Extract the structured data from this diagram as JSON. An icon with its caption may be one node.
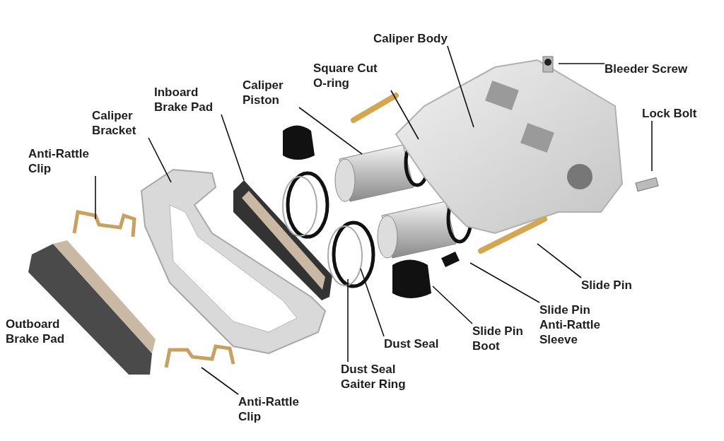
{
  "diagram": {
    "nodes": [
      {
        "text": [
          "Caliper Body"
        ]
      },
      {
        "text": [
          "Bleeder Screw"
        ]
      },
      {
        "text": [
          "Square Cut O-ring"
        ]
      },
      {
        "text": [
          "Caliper Piston"
        ]
      },
      {
        "text": [
          "Inboard Brake Pad"
        ]
      },
      {
        "text": [
          "Lock Bolt"
        ]
      },
      {
        "text": [
          "Caliper Bracket"
        ]
      },
      {
        "text": [
          "Anti-Rattle Clip"
        ]
      },
      {
        "text": [
          "Slide Pin"
        ]
      },
      {
        "text": [
          "Slide Pin Anti-Rattle Sleeve"
        ]
      },
      {
        "text": [
          "Dust Seal"
        ]
      },
      {
        "text": [
          "Slide Pin Boot"
        ]
      },
      {
        "text": [
          "Dust Seal Gaiter Ring"
        ]
      },
      {
        "text": [
          "Anti-Rattle Clip"
        ]
      }
    ],
    "edges": [
      {
        "from": 0,
        "to": null,
        "arrow": "none"
      },
      {
        "from": 1,
        "to": null,
        "arrow": "none"
      },
      {
        "from": 2,
        "to": null,
        "arrow": "none"
      },
      {
        "from": 3,
        "to": null,
        "arrow": "none"
      },
      {
        "from": 4,
        "to": null,
        "arrow": "none"
      },
      {
        "from": 5,
        "to": null,
        "arrow": "none"
      },
      {
        "from": 6,
        "to": null,
        "arrow": "none"
      },
      {
        "from": 7,
        "to": null,
        "arrow": "none"
      },
      {
        "from": 8,
        "to": null,
        "arrow": "none"
      },
      {
        "from": 9,
        "to": null,
        "arrow": "none"
      },
      {
        "from": 10,
        "to": null,
        "arrow": "none"
      },
      {
        "from": 11,
        "to": null,
        "arrow": "none"
      },
      {
        "from": 12,
        "to": null,
        "arrow": "none"
      },
      {
        "from": 13,
        "to": null,
        "arrow": "none"
      }
    ],
    "labels": [
      "Outboard Brake Pad"
    ]
  }
}
